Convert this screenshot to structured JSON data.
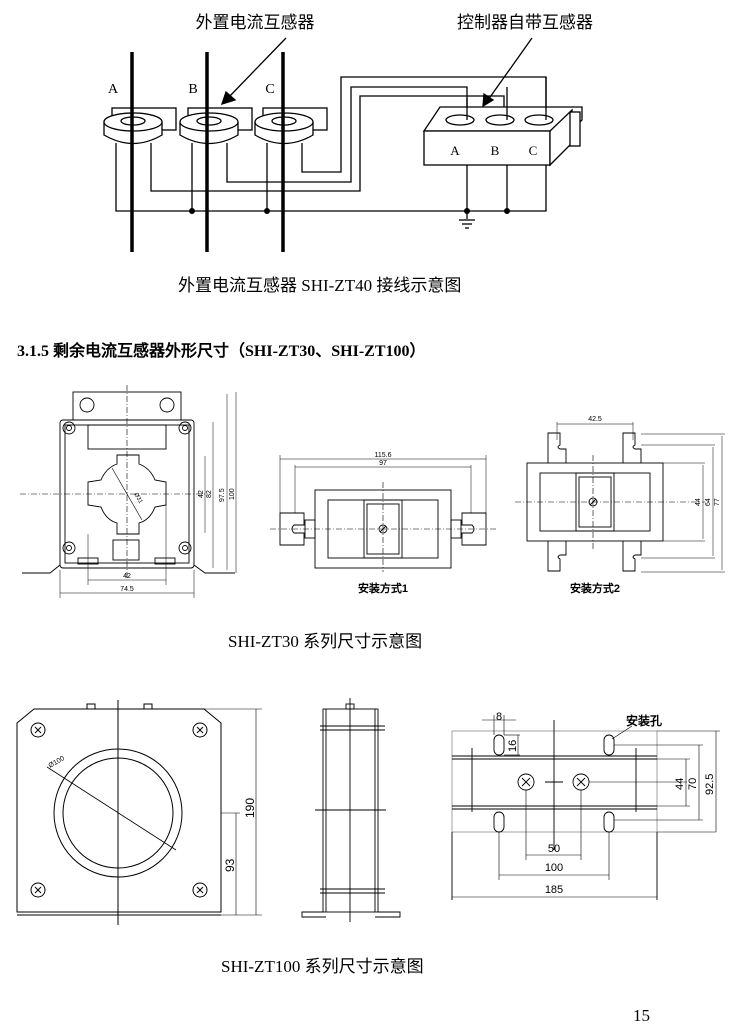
{
  "wiring_diagram": {
    "label_external_ct": "外置电流互感器",
    "label_controller_ct": "控制器自带互感器",
    "phases": [
      "A",
      "B",
      "C"
    ],
    "controller_phases": [
      "A",
      "B",
      "C"
    ],
    "caption": "外置电流互感器 SHI-ZT40 接线示意图"
  },
  "section": {
    "heading": "3.1.5 剩余电流互感器外形尺寸（SHI-ZT30、SHI-ZT100）"
  },
  "zt30": {
    "front_dims": {
      "width_inner": "42",
      "width_outer": "74.5",
      "h1": "42",
      "h2": "82",
      "h3": "97.5",
      "h4": "100",
      "diag": "Ø31"
    },
    "mount1": {
      "dim_outer": "115.6",
      "dim_inner": "97",
      "label": "安装方式1"
    },
    "mount2": {
      "dim_top": "42.5",
      "h1": "44",
      "h2": "64",
      "h3": "77",
      "label": "安装方式2"
    },
    "caption": "SHI-ZT30 系列尺寸示意图"
  },
  "zt100": {
    "front_dims": {
      "diameter": "Ø100",
      "height": "190",
      "center_height": "93"
    },
    "bottom_dims": {
      "slot_w": "8",
      "slot_h": "16",
      "h1": "44",
      "h2": "70",
      "h3": "92.5",
      "w1": "50",
      "w2": "100",
      "w3": "185",
      "hole_label": "安装孔"
    },
    "caption": "SHI-ZT100 系列尺寸示意图"
  },
  "page_number": "15"
}
